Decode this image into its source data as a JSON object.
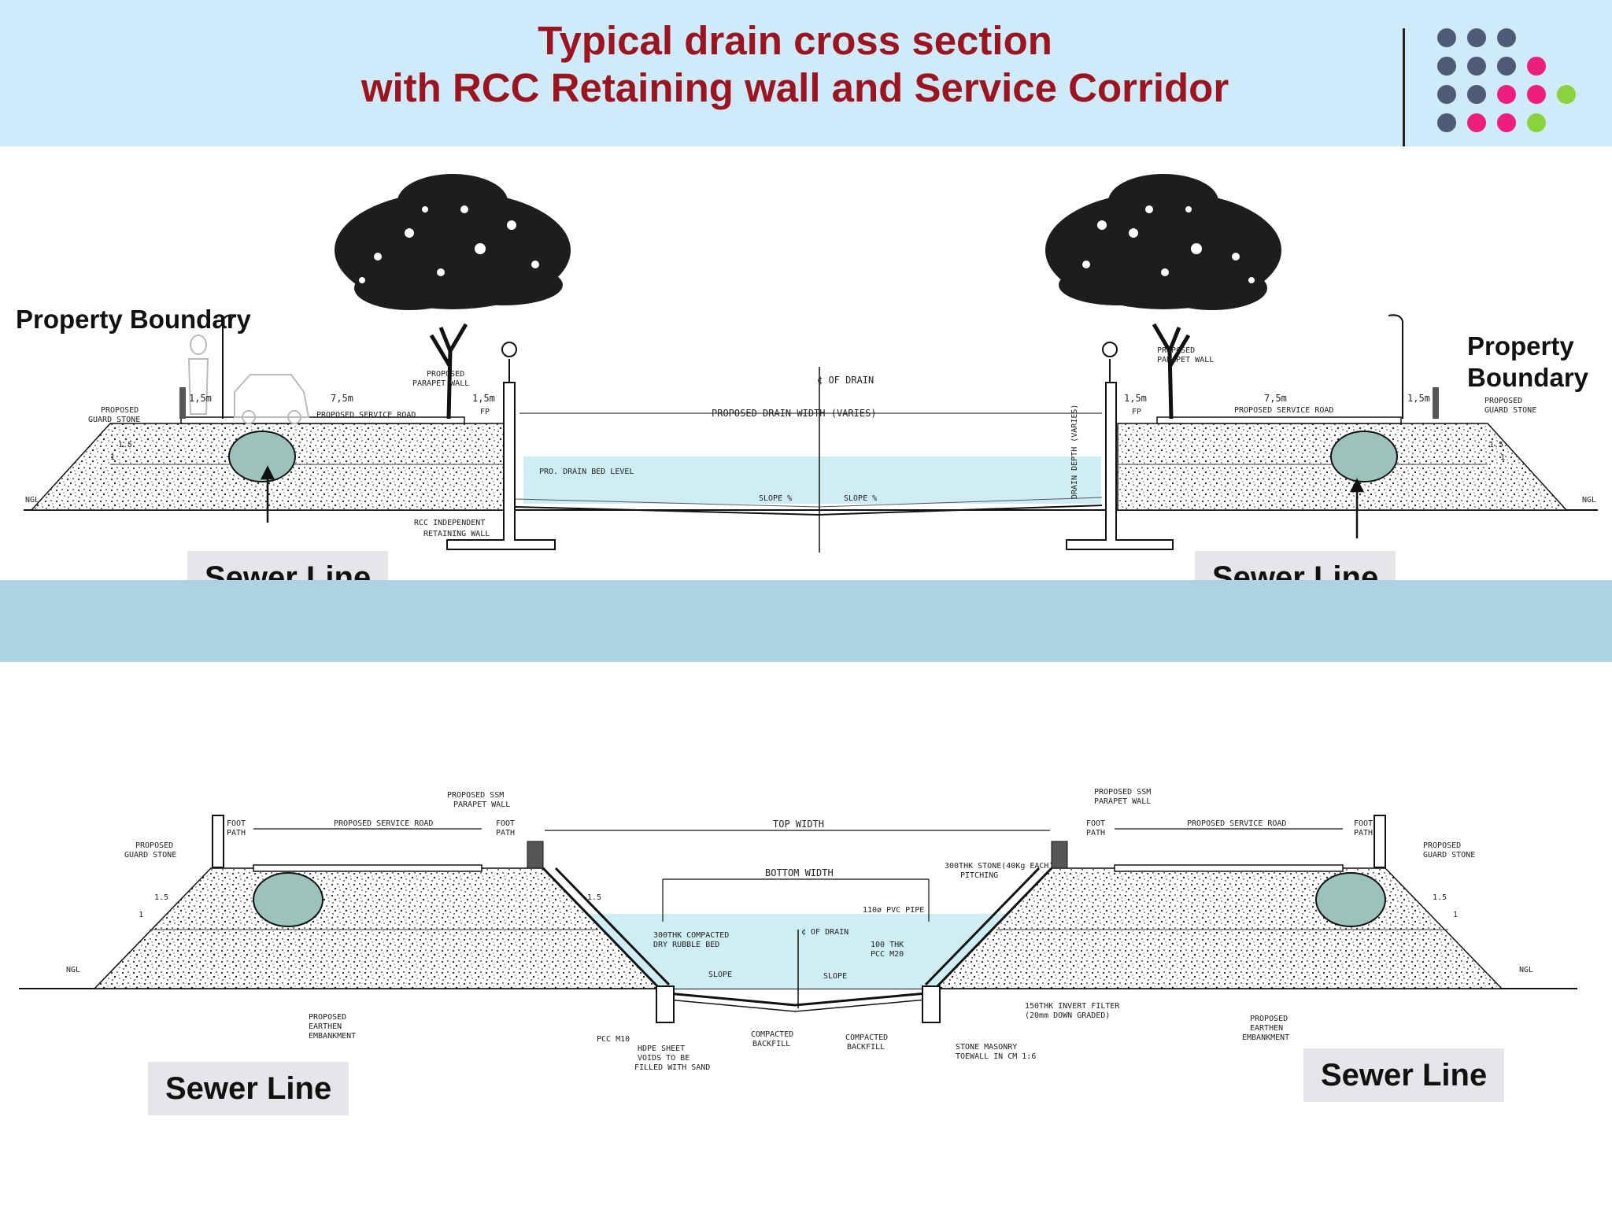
{
  "slide": {
    "title_line1": "Typical drain cross section",
    "title_line2": "with RCC Retaining wall and Service Corridor",
    "colors": {
      "title": "#9b1420",
      "header_bg": "#cfeaf8",
      "band": "#aad4e2",
      "water": "#c9ecf3",
      "sewer_pipe": "#9bc3bb",
      "dot_gray": "#4f5b74",
      "dot_pink": "#ee1e7d",
      "dot_green": "#8bd23f"
    }
  },
  "top_section": {
    "property_boundary_left": "Property Boundary",
    "property_boundary_right": "Property Boundary",
    "sewer_left": "Sewer Line",
    "sewer_right": "Sewer Line",
    "drawing_labels": {
      "centerline": "¢ OF DRAIN",
      "drain_width": "PROPOSED DRAIN WIDTH (VARIES)",
      "bed_level": "PRO. DRAIN BED LEVEL",
      "slope1": "SLOPE %",
      "slope2": "SLOPE %",
      "retaining_wall_1": "RCC INDEPENDENT",
      "retaining_wall_2": "RETAINING WALL",
      "drain_depth": "DRAIN DEPTH (VARIES)",
      "guard_stone_l1": "PROPOSED",
      "guard_stone_l2": "GUARD STONE",
      "parapet_l1": "PROPOSED",
      "parapet_l2": "PARAPET WALL",
      "service_road": "PROPOSED SERVICE ROAD",
      "dim_fp": "1,5m",
      "dim_road": "7,5m",
      "fp": "FP",
      "slope_ratio": "1.5",
      "slope_one": "1",
      "ngl": "NGL"
    }
  },
  "bottom_section": {
    "sewer_left": "Sewer Line",
    "sewer_right": "Sewer Line",
    "drawing_labels": {
      "parapet_l1": "PROPOSED SSM",
      "parapet_l2": "PARAPET WALL",
      "service_road": "PROPOSED SERVICE ROAD",
      "foot_l1": "FOOT",
      "foot_l2": "PATH",
      "guard_l1": "PROPOSED",
      "guard_l2": "GUARD STONE",
      "top_width": "TOP WIDTH",
      "bottom_width": "BOTTOM WIDTH",
      "pitching_l1": "300THK STONE(40Kg EACH)",
      "pitching_l2": "PITCHING",
      "pvc_pipe": "110ø PVC PIPE",
      "rubble_l1": "300THK COMPACTED",
      "rubble_l2": "DRY RUBBLE BED",
      "centerline": "¢ OF DRAIN",
      "pcc_l1": "100 THK",
      "pcc_l2": "PCC M20",
      "slope": "SLOPE",
      "pcc_m10": "PCC M10",
      "hdpe_l1": "HDPE SHEET",
      "hdpe_l2": "VOIDS TO BE",
      "hdpe_l3": "FILLED WITH SAND",
      "backfill_l1": "COMPACTED",
      "backfill_l2": "BACKFILL",
      "toewall_l1": "STONE MASONRY",
      "toewall_l2": "TOEWALL IN CM 1:6",
      "filter_l1": "150THK INVERT FILTER",
      "filter_l2": "(20mm DOWN GRADED)",
      "embank_l1": "PROPOSED",
      "embank_l2": "EARTHEN",
      "embank_l3": "EMBANKMENT",
      "slope_ratio": "1.5",
      "slope_one": "1",
      "ngl": "NGL"
    }
  }
}
